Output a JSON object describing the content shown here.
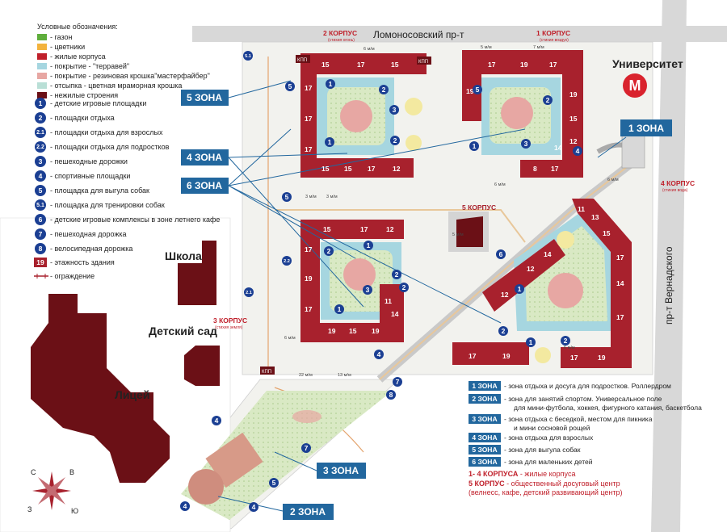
{
  "legend": {
    "title": "Условные обозначения:",
    "swatches": [
      {
        "color": "#5fae3c",
        "label": "- газон"
      },
      {
        "color": "#f3b33d",
        "label": "- цветники"
      },
      {
        "color": "#c0202b",
        "label": "- жилые корпуса"
      },
      {
        "color": "#a6d6e0",
        "label": "- покрытие - \"терравей\""
      },
      {
        "color": "#e7a7a3",
        "label": "- покрытие - резиновая крошка\"мастерфайбер\""
      },
      {
        "color": "#b9dfd6",
        "label": "- отсыпка - цветная мраморная крошка"
      },
      {
        "color": "#6b1016",
        "label": "- нежилые строения"
      }
    ],
    "markers": [
      {
        "n": "1",
        "label": "- детские игровые площадки"
      },
      {
        "n": "2",
        "label": "- площадки отдыха"
      },
      {
        "n": "2.1",
        "label": "- площадки отдыха для взрослых"
      },
      {
        "n": "2.2",
        "label": "- площадки отдыха  для подростков"
      },
      {
        "n": "3",
        "label": "- пешеходные дорожки"
      },
      {
        "n": "4",
        "label": "- спортивные площадки"
      },
      {
        "n": "5",
        "label": "- площадка для выгула собак"
      },
      {
        "n": "5.1",
        "label": "- площадка для тренировки собак"
      },
      {
        "n": "6",
        "label": "- детские игровые комплексы в зоне летнего кафе"
      },
      {
        "n": "7",
        "label": "- пешеходная дорожка"
      },
      {
        "n": "8",
        "label": "- велосипедная дорожка"
      }
    ],
    "floors": {
      "value": "19",
      "label": "- этажность здания"
    },
    "fence": {
      "label": "- ограждение"
    }
  },
  "streets": {
    "north": "Ломоносовский пр-т",
    "east": "пр-т Вернадского"
  },
  "metro": {
    "station": "Университет",
    "letter": "М"
  },
  "buildings": {
    "korpus1": {
      "title": "1 КОРПУС",
      "subtitle": "(стихия воздух)"
    },
    "korpus2": {
      "title": "2 КОРПУС",
      "subtitle": "(стихия огонь)"
    },
    "korpus3": {
      "title": "3 КОРПУС",
      "subtitle": "(стихия земля)"
    },
    "korpus4": {
      "title": "4 КОРПУС",
      "subtitle": "(стихия вода)"
    },
    "korpus5": {
      "title": "5 КОРПУС"
    },
    "school": "Школа",
    "kindergarten": "Детский сад",
    "lyceum": "Лицей",
    "kpp": "КПП"
  },
  "floor_labels": {
    "k2": [
      "15",
      "17",
      "15",
      "17",
      "17",
      "17",
      "15",
      "15",
      "17",
      "12"
    ],
    "k1": [
      "17",
      "19",
      "17",
      "19",
      "19",
      "15",
      "12",
      "17",
      "14",
      "8"
    ],
    "k3": [
      "15",
      "17",
      "12",
      "17",
      "19",
      "17",
      "19",
      "15",
      "19",
      "11",
      "14"
    ],
    "k4": [
      "11",
      "13",
      "15",
      "14",
      "17",
      "12",
      "14",
      "12",
      "17",
      "17",
      "19",
      "17",
      "19"
    ]
  },
  "map_markers": [
    "5.1",
    "5",
    "1",
    "2",
    "3",
    "1",
    "2",
    "5",
    "2",
    "1",
    "3",
    "4",
    "5",
    "2",
    "2",
    "2.2",
    "1",
    "2",
    "3",
    "1",
    "1",
    "2",
    "2.1",
    "6",
    "4",
    "7",
    "8",
    "1",
    "2",
    "7",
    "5",
    "4",
    "4",
    "4"
  ],
  "distances": [
    "6 м/м",
    "5 м/м",
    "7 м/м",
    "6 м/м",
    "3 м/м",
    "3 м/м",
    "6 м/м",
    "5 м/м",
    "22 м/м",
    "13 м/м",
    "6 м/м",
    "6 м/м"
  ],
  "zone_labels": [
    "5 ЗОНА",
    "4 ЗОНА",
    "6 ЗОНА",
    "1 ЗОНА",
    "3 ЗОНА",
    "2 ЗОНА"
  ],
  "zone_legend": [
    {
      "zone": "1 ЗОНА",
      "text": [
        "- зона отдыха и досуга для подростков. Роллердром"
      ]
    },
    {
      "zone": "2 ЗОНА",
      "text": [
        "- зона для занятий спортом. Универсальное поле",
        "для мини-футбола, хоккея, фигурного катания, баскетбола"
      ]
    },
    {
      "zone": "3 ЗОНА",
      "text": [
        "- зона отдыха с беседкой, местом для пикника",
        "и мини сосновой рощей"
      ]
    },
    {
      "zone": "4 ЗОНА",
      "text": [
        "- зона отдыха для взрослых"
      ]
    },
    {
      "zone": "5 ЗОНА",
      "text": [
        "- зона для выгула собак"
      ]
    },
    {
      "zone": "6 ЗОНА",
      "text": [
        "- зона для маленьких детей"
      ]
    }
  ],
  "notes": {
    "residential_prefix": "1- 4 КОРПУСА",
    "residential_rest": " - жилые корпуса",
    "center_prefix": "5 КОРПУС",
    "center_rest": " - общественный досуговый центр",
    "center_line2": "(велнесс, кафе, детский развивающий центр)"
  },
  "compass": {
    "n": "С",
    "e": "В",
    "s": "Ю",
    "w": "З"
  },
  "colors": {
    "building": "#a8212d",
    "legend_marker": "#1b3f93",
    "zone": "#22679e",
    "nonresidential": "#6b1016",
    "metro": "#d9232d"
  }
}
